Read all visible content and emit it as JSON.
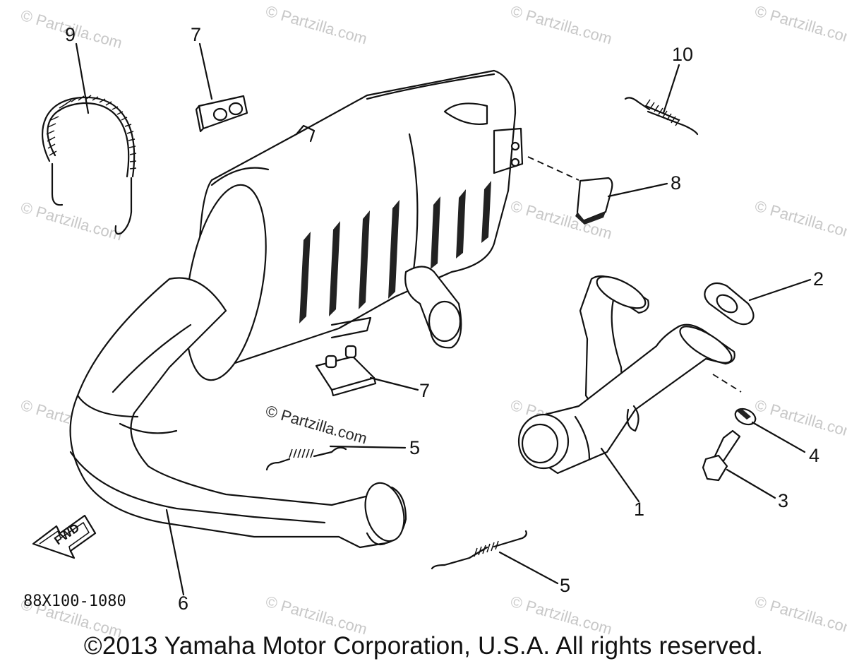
{
  "diagram": {
    "drawing_code": "88X100-1080",
    "fwd_label": "FWD",
    "copyright": "©2013 Yamaha Motor Corporation, U.S.A. All rights reserved.",
    "watermark": "© Partzilla.com",
    "callouts": [
      {
        "id": "c9",
        "label": "9",
        "part": "spring-coil"
      },
      {
        "id": "c7a",
        "label": "7",
        "part": "damper-top"
      },
      {
        "id": "c10",
        "label": "10",
        "part": "spring-small-right"
      },
      {
        "id": "c8",
        "label": "8",
        "part": "damper-bracket"
      },
      {
        "id": "c2",
        "label": "2",
        "part": "gasket"
      },
      {
        "id": "c7b",
        "label": "7",
        "part": "damper-middle"
      },
      {
        "id": "c5a",
        "label": "5",
        "part": "spring-middle"
      },
      {
        "id": "c4",
        "label": "4",
        "part": "washer"
      },
      {
        "id": "c3",
        "label": "3",
        "part": "bolt"
      },
      {
        "id": "c1",
        "label": "1",
        "part": "exhaust-pipe"
      },
      {
        "id": "c5b",
        "label": "5",
        "part": "spring-bottom"
      },
      {
        "id": "c6",
        "label": "6",
        "part": "muffler-pipe"
      }
    ]
  }
}
